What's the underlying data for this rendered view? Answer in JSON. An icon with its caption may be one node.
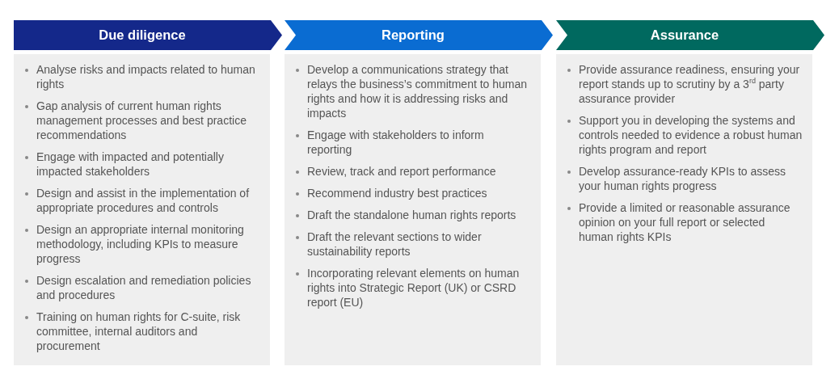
{
  "diagram": {
    "nodes": [
      {
        "text": [
          "Due diligence"
        ]
      },
      {
        "text": [
          "Analyse risks and impacts related to human rights",
          "Gap analysis of current human rights management processes and best practice recommendations",
          "Engage with impacted and potentially impacted stakeholders",
          "Design and assist in the implementation of appropriate procedures and controls",
          "Design an appropriate internal monitoring methodology, including KPIs to measure progress",
          "Design escalation and remediation policies and procedures",
          "Training on human rights for C-suite, risk committee, internal auditors and procurement"
        ]
      },
      {
        "text": [
          "Reporting"
        ]
      },
      {
        "text": [
          "Develop a communications strategy that relays the business’s commitment to human rights and how it is addressing risks and impacts",
          "Engage with stakeholders to inform reporting",
          "Review, track and report performance",
          "Recommend industry best practices",
          "Draft the standalone human rights reports",
          "Draft the relevant sections to wider sustainability reports",
          "Incorporating relevant elements on human rights into Strategic Report (UK) or CSRD report (EU)"
        ]
      },
      {
        "text": [
          "Assurance"
        ]
      },
      {
        "text": [
          "Provide assurance readiness, ensuring your report stands up to scrutiny by a 3$^{rd}$ party assurance provider",
          "Support you in developing the systems and controls needed to evidence a robust human rights program and report",
          "Develop assurance-ready KPIs to assess your human rights progress",
          "Provide a limited or reasonable assurance opinion on your full report or selected human rights KPIs"
        ]
      }
    ]
  }
}
